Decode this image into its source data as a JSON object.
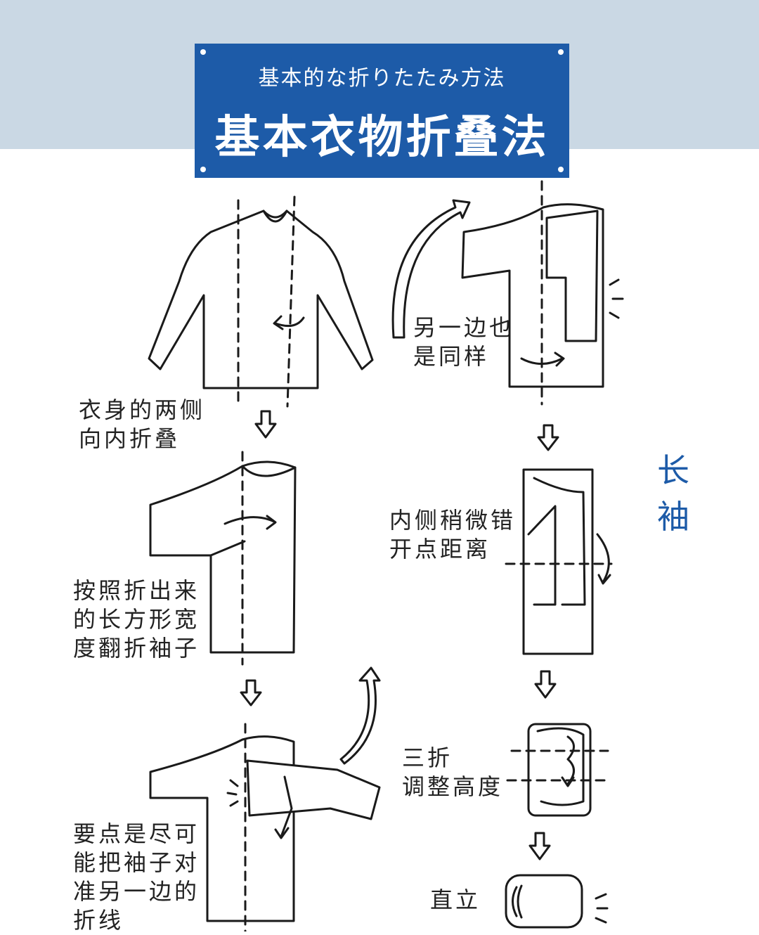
{
  "banner": {
    "subtitle": "基本的な折りたたみ方法",
    "title": "基本衣物折叠法"
  },
  "side_label": "长\n袖",
  "steps": [
    {
      "id": "s1",
      "text": "衣身的两侧\n向内折叠"
    },
    {
      "id": "s2",
      "text": "按照折出来\n的长方形宽\n度翻折袖子"
    },
    {
      "id": "s3",
      "text": "要点是尽可\n能把袖子对\n准另一边的\n折线"
    },
    {
      "id": "s4",
      "text": "另一边也\n是同样"
    },
    {
      "id": "s5",
      "text": "内侧稍微错\n开点距离"
    },
    {
      "id": "s6",
      "text": "三折\n调整高度"
    },
    {
      "id": "s7",
      "text": "直立"
    }
  ],
  "colors": {
    "banner": "#1d5ba8",
    "top_band": "#cad8e4",
    "line": "#1a1a1a",
    "accent_text": "#1d5ba8"
  }
}
